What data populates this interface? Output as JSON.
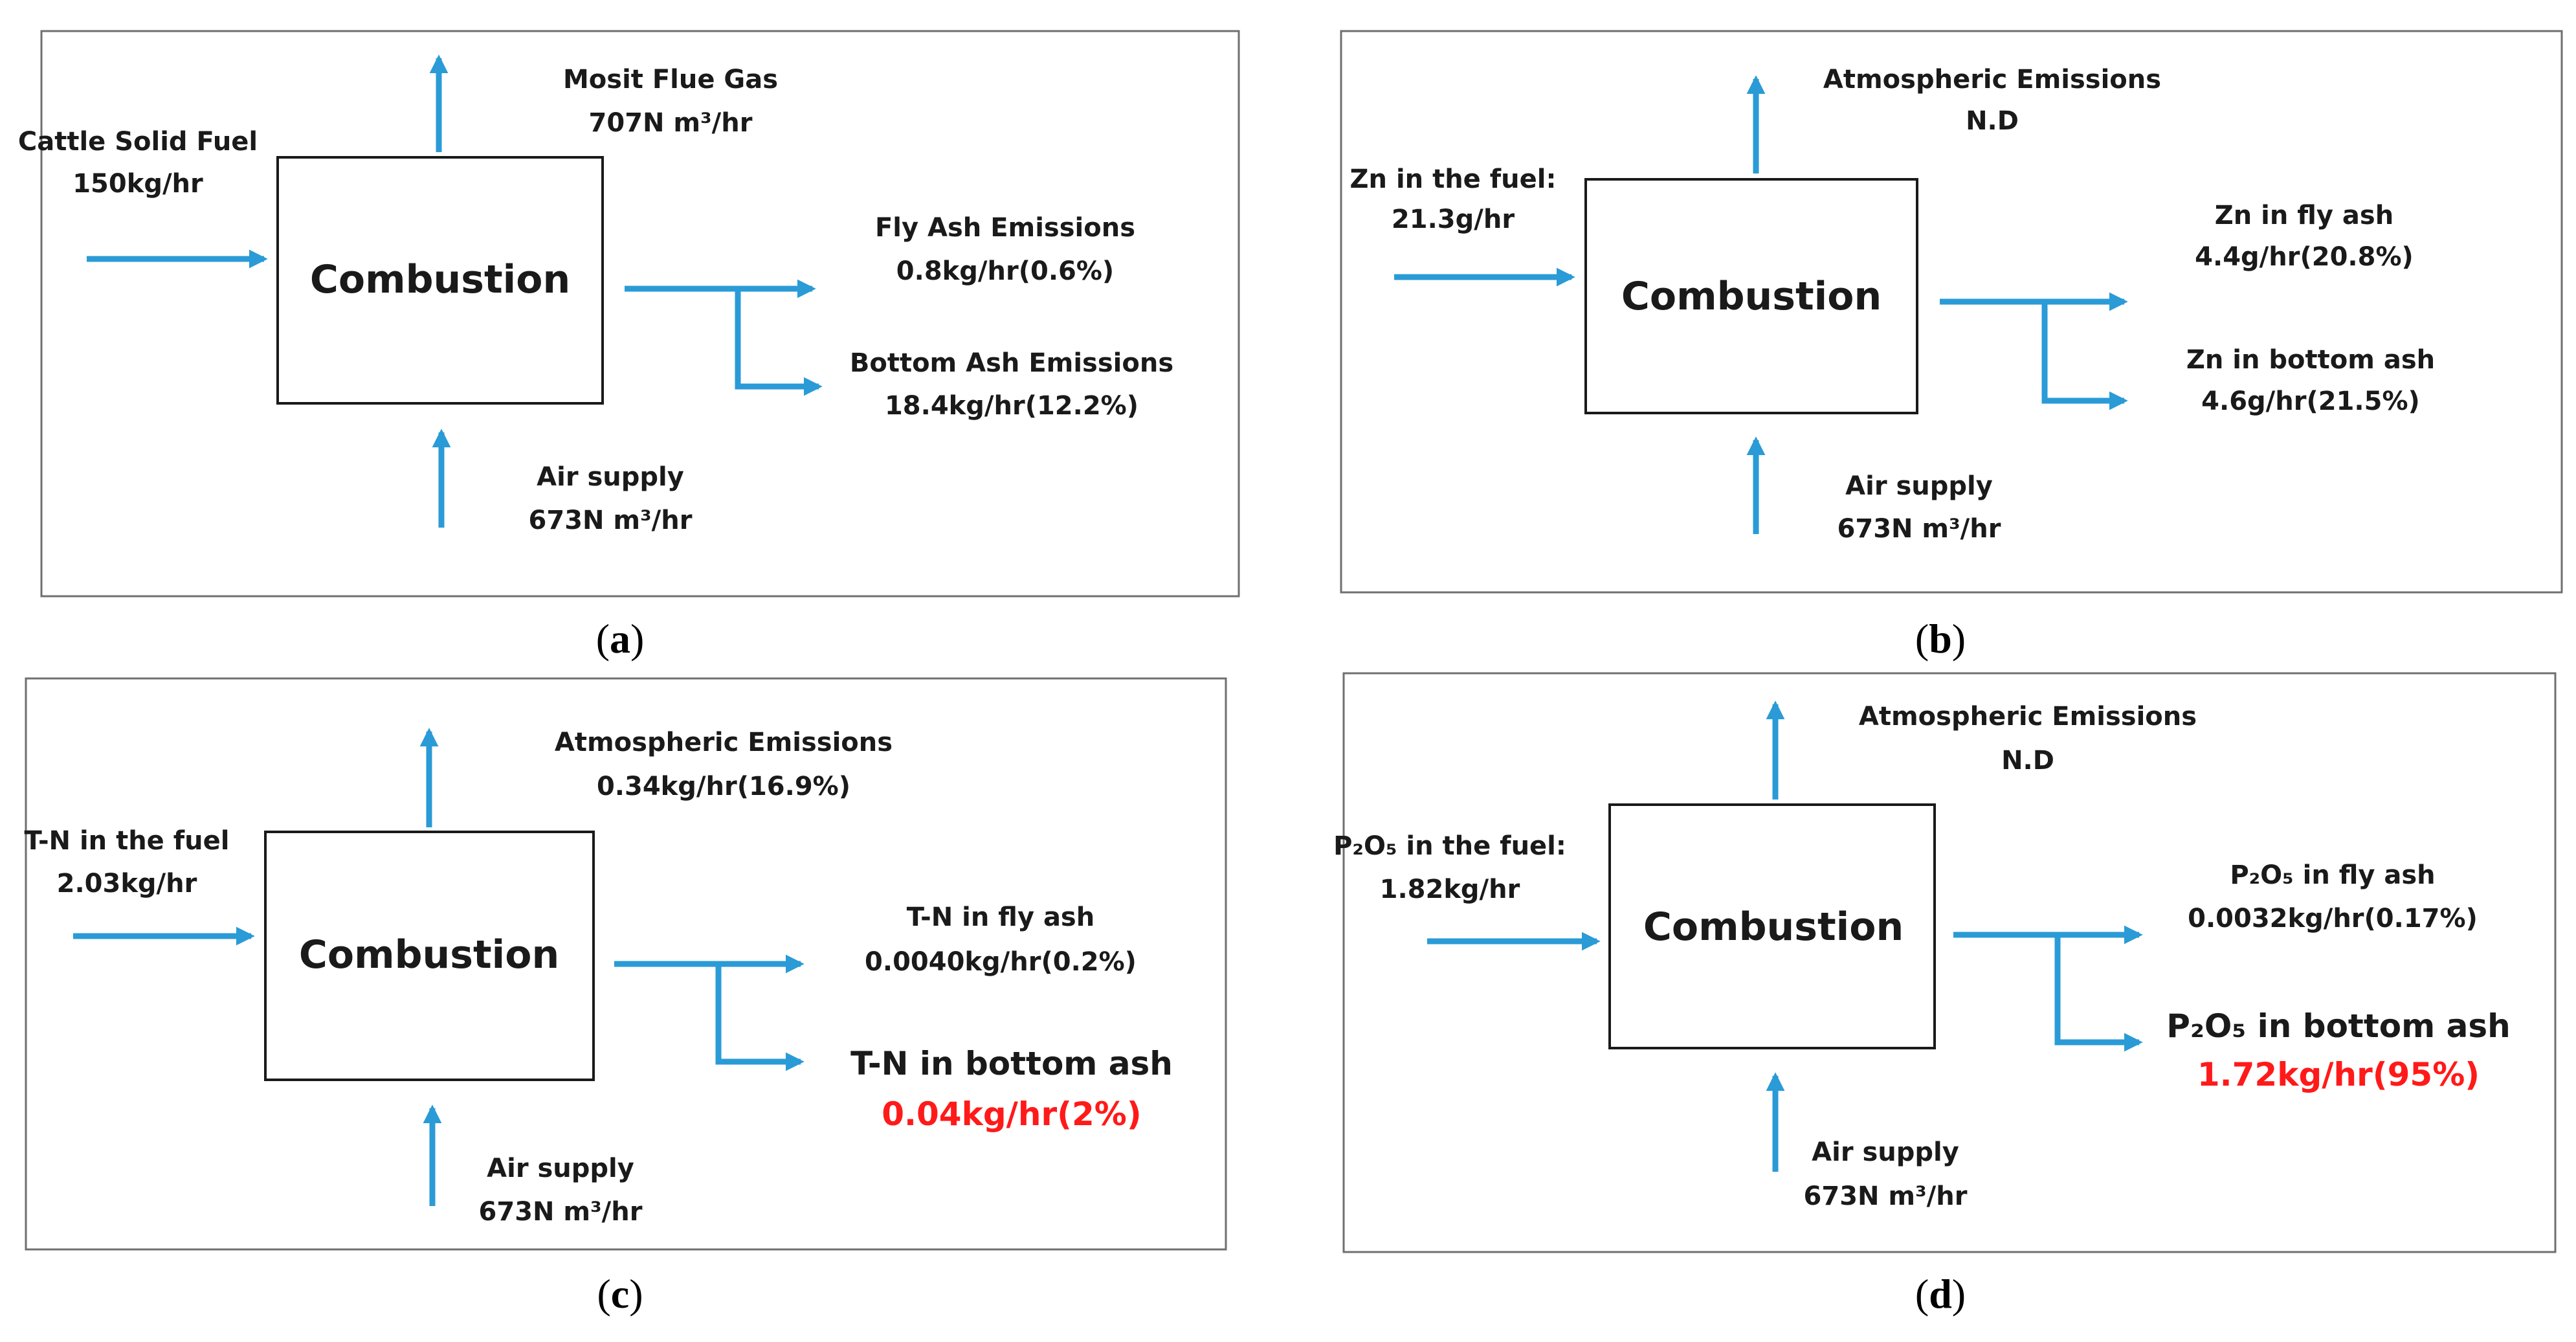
{
  "colors": {
    "arrow": "#2a9bd6",
    "highlight": "#ff1a1a"
  },
  "panels": [
    {
      "caption_letter": "a",
      "box_label": "Combustion",
      "input": [
        "Cattle Solid Fuel",
        "150kg/hr"
      ],
      "top": [
        "Mosit Flue Gas",
        "707N m³/hr"
      ],
      "fly": [
        "Fly Ash Emissions",
        "0.8kg/hr(0.6%)"
      ],
      "bottom_ash": [
        "Bottom Ash Emissions",
        "18.4kg/hr(12.2%)"
      ],
      "air": [
        "Air supply",
        "673N m³/hr"
      ]
    },
    {
      "caption_letter": "b",
      "box_label": "Combustion",
      "input": [
        "Zn in the fuel:",
        "21.3g/hr"
      ],
      "top": [
        "Atmospheric Emissions",
        "N.D"
      ],
      "fly": [
        "Zn in fly ash",
        "4.4g/hr(20.8%)"
      ],
      "bottom_ash": [
        "Zn in bottom ash",
        "4.6g/hr(21.5%)"
      ],
      "air": [
        "Air supply",
        "673N m³/hr"
      ]
    },
    {
      "caption_letter": "c",
      "box_label": "Combustion",
      "input": [
        "T-N in the fuel",
        "2.03kg/hr"
      ],
      "top": [
        "Atmospheric Emissions",
        "0.34kg/hr(16.9%)"
      ],
      "fly": [
        "T-N in fly ash",
        "0.0040kg/hr(0.2%)"
      ],
      "bottom_ash": [
        "T-N in bottom ash",
        "0.04kg/hr(2%)"
      ],
      "air": [
        "Air supply",
        "673N m³/hr"
      ]
    },
    {
      "caption_letter": "d",
      "box_label": "Combustion",
      "input": [
        "P₂O₅ in the fuel:",
        "1.82kg/hr"
      ],
      "top": [
        "Atmospheric Emissions",
        "N.D"
      ],
      "fly": [
        "P₂O₅ in fly ash",
        "0.0032kg/hr(0.17%)"
      ],
      "bottom_ash": [
        "P₂O₅ in bottom ash",
        "1.72kg/hr(95%)"
      ],
      "air": [
        "Air supply",
        "673N m³/hr"
      ]
    }
  ]
}
